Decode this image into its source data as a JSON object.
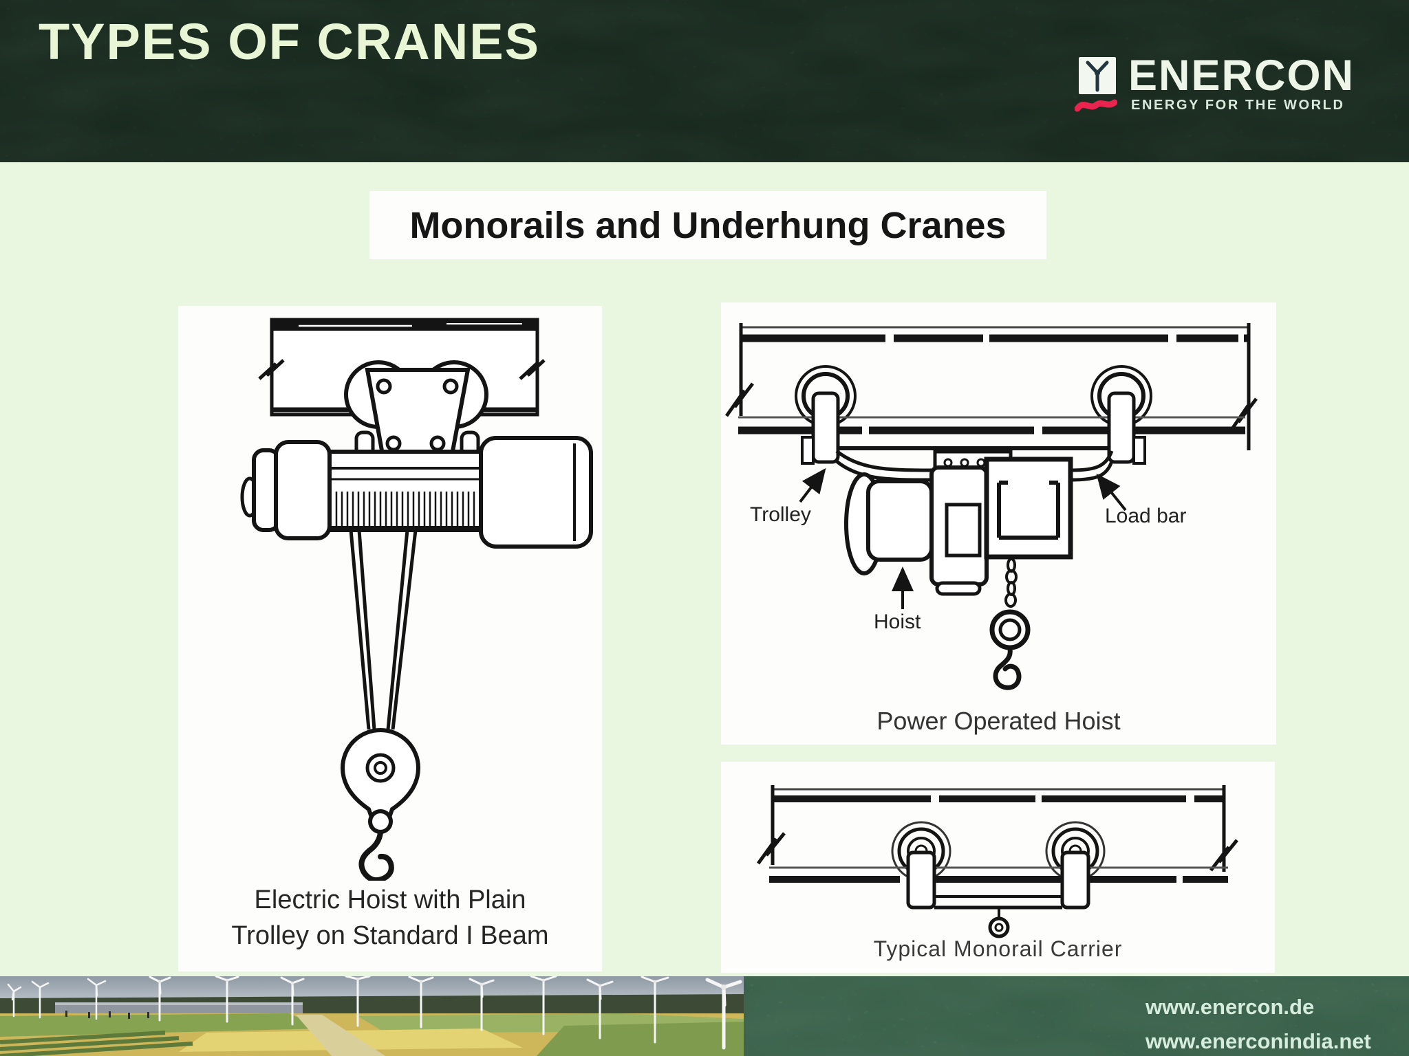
{
  "header": {
    "title": "TYPES OF CRANES",
    "logo": {
      "brand": "ENERCON",
      "tagline": "ENERGY FOR THE WORLD"
    }
  },
  "main": {
    "heading": "Monorails and Underhung Cranes",
    "figure_left": {
      "caption_line1": "Electric Hoist with Plain",
      "caption_line2": "Trolley on Standard I Beam"
    },
    "figure_top_right": {
      "label_trolley": "Trolley",
      "label_hoist": "Hoist",
      "label_load_bar": "Load bar",
      "caption": "Power Operated Hoist"
    },
    "figure_bottom_right": {
      "caption": "Typical Monorail Carrier"
    }
  },
  "footer": {
    "url_primary": "www.enercon.de",
    "url_secondary": "www.enerconindia.net"
  },
  "colors": {
    "header_green": "#213829",
    "body_green": "#e9f7e1",
    "panel_white": "#fdfdfb",
    "footer_green": "#477a5d",
    "accent_red": "#e8244f",
    "title_text": "#e9f6d6",
    "url_text": "#d6ecdc",
    "line_ink": "#141414"
  }
}
